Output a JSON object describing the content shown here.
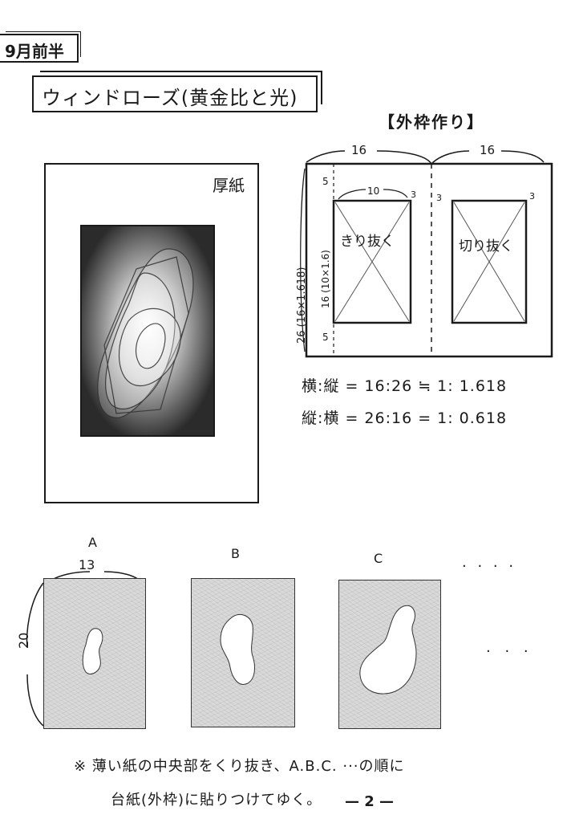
{
  "header": {
    "date_tag": "9月前半",
    "title": "ウィンドローズ(黄金比と光)"
  },
  "diagram": {
    "title": "【外枠作り】",
    "width_left": "16",
    "width_right": "16",
    "height_total": "26 (16×1.618)",
    "height_inner": "16 (10×1.6)",
    "margin_top": "5",
    "margin_bottom": "5",
    "inner_width": "10",
    "margin_side": "3",
    "left_label": "きり抜く",
    "right_label": "切り抜く"
  },
  "ratios": {
    "line1": "横:縦 = 16:26 ≒ 1: 1.618",
    "line2": "縦:横 = 26:16 = 1: 0.618"
  },
  "board": {
    "label": "厚紙"
  },
  "sheets": {
    "labels": [
      "A",
      "B",
      "C"
    ],
    "width": "13",
    "height": "20",
    "ellipsis_top": ". . . .",
    "ellipsis_mid": ". . ."
  },
  "footer": {
    "note_line1": "※ 薄い紙の中央部をくり抜き、A.B.C. ···の順に",
    "note_line2": "台紙(外枠)に貼りつけてゆく。",
    "page_number": "— 2 —"
  }
}
